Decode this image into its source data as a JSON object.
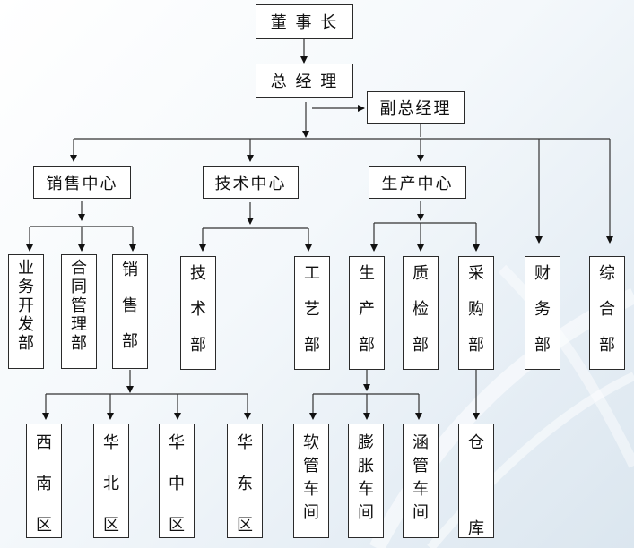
{
  "nodes": {
    "chairman": "董 事 长",
    "gm": "总 经 理",
    "vgm": "副总经理",
    "sales_center": "销售中心",
    "tech_center": "技术中心",
    "prod_center": "生产中心",
    "biz_dev": "业务开发部",
    "contract_mgmt": "合同管理部",
    "sales_dept": "销售部",
    "tech_dept": "技术部",
    "craft_dept": "工艺部",
    "prod_dept": "生产部",
    "qc_dept": "质检部",
    "purchase_dept": "采购部",
    "finance_dept": "财务部",
    "general_dept": "综合部",
    "sw_region": "西南区",
    "north_region": "华北区",
    "central_region": "华中区",
    "east_region": "华东区",
    "soft_pipe_ws": "软管车间",
    "expand_pipe_ws": "膨胀车间",
    "culvert_pipe_ws": "涵管车间",
    "warehouse": "仓库"
  }
}
